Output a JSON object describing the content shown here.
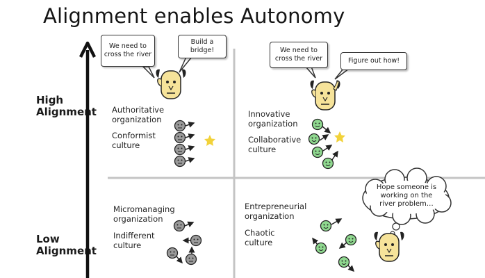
{
  "title": "Alignment enables Autonomy",
  "axis": {
    "high_label": "High\nAlignment",
    "low_label": "Low\nAlignment"
  },
  "quadrants": {
    "top_left": {
      "org": "Authoritative\norganization",
      "culture": "Conformist\nculture",
      "bubble_1": "We need to\ncross the river",
      "bubble_2": "Build a\nbridge!"
    },
    "top_right": {
      "org": "Innovative\norganization",
      "culture": "Collaborative\nculture",
      "bubble_1": "We need to\ncross the river",
      "bubble_2": "Figure out how!"
    },
    "bottom_left": {
      "org": "Micromanaging\norganization",
      "culture": "Indifferent\nculture"
    },
    "bottom_right": {
      "org": "Entrepreneurial\norganization",
      "culture": "Chaotic\nculture",
      "thought": "Hope someone is\nworking on the\nriver problem…"
    }
  },
  "colors": {
    "grey_face": "#9a9a9a",
    "green_face": "#8fd88f",
    "boss_face": "#f6e39a",
    "star": "#f2d23a",
    "divider": "#c4c4c4"
  }
}
